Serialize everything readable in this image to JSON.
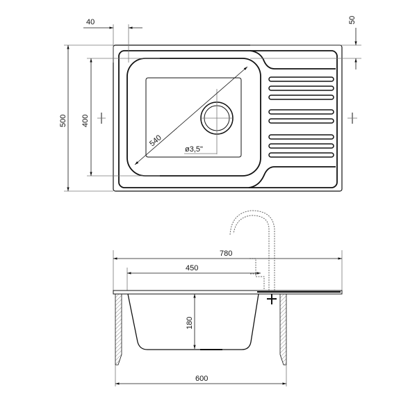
{
  "top_view": {
    "dims": {
      "overhang_left": "40",
      "overhang_top": "50",
      "total_depth": "500",
      "bowl_depth": "400",
      "bowl_diagonal": "540",
      "drain": "ø3,5\""
    }
  },
  "side_view": {
    "dims": {
      "total_width": "780",
      "bowl_width": "450",
      "bowl_height": "180",
      "cabinet_width": "600"
    }
  }
}
